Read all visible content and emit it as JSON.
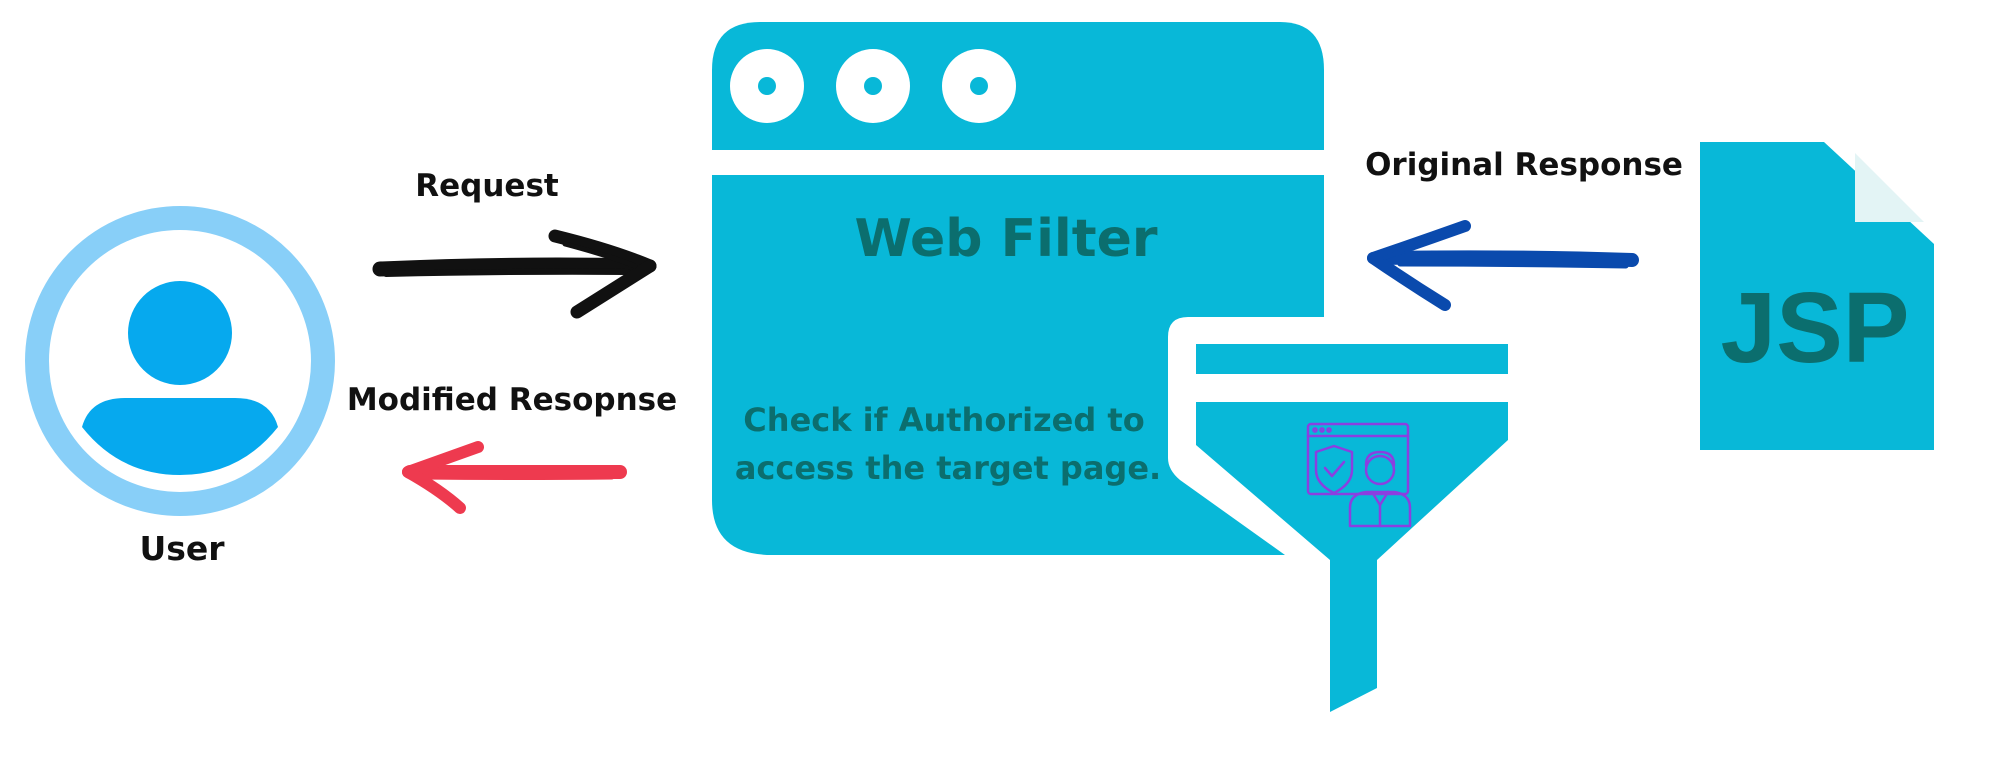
{
  "labels": {
    "request": "Request",
    "modified_response": "Modified Resopnse",
    "original_response": "Original Response",
    "user": "User",
    "web_filter": "Web Filter",
    "check_line1": "Check if Authorized to",
    "check_line2": "access the target page.",
    "jsp": "JSP"
  },
  "colors": {
    "primary": "#08b8d8",
    "dark_teal": "#0b6e6e",
    "user_ring": "#88cff8",
    "user_icon": "#06a9ee",
    "request_arrow": "#111111",
    "modified_response_arrow": "#ee3a4f",
    "original_response_arrow": "#0a4aad",
    "auth_icon": "#8b3fe0",
    "file_fold": "#e3f4f5"
  },
  "icons": {
    "user": "user-icon",
    "browser_window": "browser-window-icon",
    "funnel": "funnel-icon",
    "authorization": "authorized-person-shield-icon",
    "file": "jsp-file-icon"
  }
}
